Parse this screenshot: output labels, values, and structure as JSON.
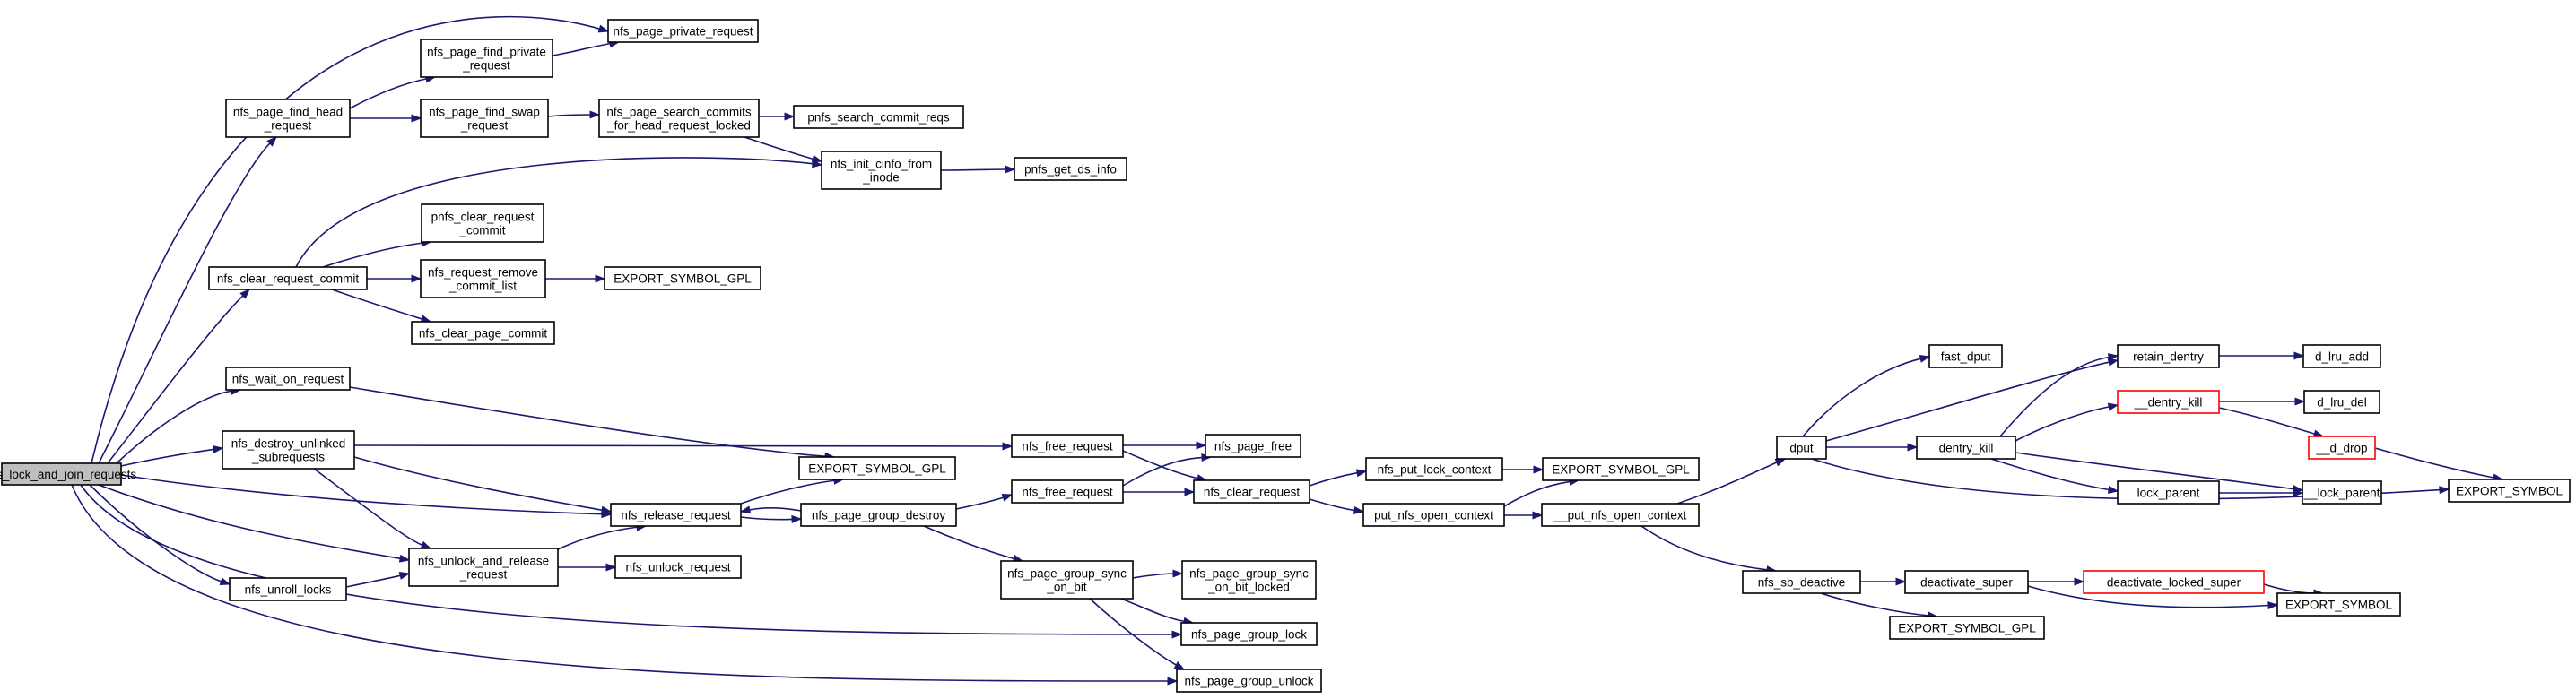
{
  "diagram": {
    "nodes": [
      {
        "id": "n0",
        "label": [
          "nfs_lock_and_join_requests"
        ],
        "style": "root"
      },
      {
        "id": "n1",
        "label": [
          "nfs_page_private_request"
        ]
      },
      {
        "id": "n2",
        "label": [
          "nfs_page_find_head",
          "_request"
        ]
      },
      {
        "id": "n3",
        "label": [
          "nfs_page_find_private",
          "_request"
        ]
      },
      {
        "id": "n4",
        "label": [
          "nfs_page_find_swap",
          "_request"
        ]
      },
      {
        "id": "n5",
        "label": [
          "nfs_page_search_commits",
          "_for_head_request_locked"
        ]
      },
      {
        "id": "n6",
        "label": [
          "pnfs_search_commit_reqs"
        ]
      },
      {
        "id": "n7",
        "label": [
          "nfs_init_cinfo_from",
          "_inode"
        ]
      },
      {
        "id": "n8",
        "label": [
          "pnfs_get_ds_info"
        ]
      },
      {
        "id": "n9",
        "label": [
          "pnfs_clear_request",
          "_commit"
        ]
      },
      {
        "id": "n10",
        "label": [
          "nfs_clear_request_commit"
        ]
      },
      {
        "id": "n11",
        "label": [
          "nfs_request_remove",
          "_commit_list"
        ]
      },
      {
        "id": "n12",
        "label": [
          "EXPORT_SYMBOL_GPL"
        ]
      },
      {
        "id": "n13",
        "label": [
          "nfs_clear_page_commit"
        ]
      },
      {
        "id": "n14",
        "label": [
          "nfs_wait_on_request"
        ]
      },
      {
        "id": "n15",
        "label": [
          "nfs_destroy_unlinked",
          "_subrequests"
        ]
      },
      {
        "id": "n16",
        "label": [
          "EXPORT_SYMBOL_GPL"
        ]
      },
      {
        "id": "n17",
        "label": [
          "nfs_free_request"
        ]
      },
      {
        "id": "n18",
        "label": [
          "nfs_page_free"
        ]
      },
      {
        "id": "n19",
        "label": [
          "nfs_release_request"
        ]
      },
      {
        "id": "n20",
        "label": [
          "nfs_page_group_destroy"
        ]
      },
      {
        "id": "n21",
        "label": [
          "nfs_free_request"
        ]
      },
      {
        "id": "n22",
        "label": [
          "nfs_clear_request"
        ]
      },
      {
        "id": "n23",
        "label": [
          "nfs_put_lock_context"
        ]
      },
      {
        "id": "n24",
        "label": [
          "EXPORT_SYMBOL_GPL"
        ]
      },
      {
        "id": "n25",
        "label": [
          "put_nfs_open_context"
        ]
      },
      {
        "id": "n26",
        "label": [
          "__put_nfs_open_context"
        ]
      },
      {
        "id": "n27",
        "label": [
          "nfs_unlock_and_release",
          "_request"
        ]
      },
      {
        "id": "n28",
        "label": [
          "nfs_unlock_request"
        ]
      },
      {
        "id": "n29",
        "label": [
          "nfs_unroll_locks"
        ]
      },
      {
        "id": "n30",
        "label": [
          "nfs_page_group_sync",
          "_on_bit"
        ]
      },
      {
        "id": "n31",
        "label": [
          "nfs_page_group_sync",
          "_on_bit_locked"
        ]
      },
      {
        "id": "n32",
        "label": [
          "nfs_page_group_lock"
        ]
      },
      {
        "id": "n33",
        "label": [
          "nfs_page_group_unlock"
        ]
      },
      {
        "id": "n34",
        "label": [
          "dput"
        ]
      },
      {
        "id": "n35",
        "label": [
          "fast_dput"
        ]
      },
      {
        "id": "n36",
        "label": [
          "dentry_kill"
        ]
      },
      {
        "id": "n37",
        "label": [
          "retain_dentry"
        ]
      },
      {
        "id": "n38",
        "label": [
          "d_lru_add"
        ]
      },
      {
        "id": "n39",
        "label": [
          "__dentry_kill"
        ],
        "style": "red"
      },
      {
        "id": "n40",
        "label": [
          "d_lru_del"
        ]
      },
      {
        "id": "n41",
        "label": [
          "__d_drop"
        ],
        "style": "red"
      },
      {
        "id": "n42",
        "label": [
          "EXPORT_SYMBOL"
        ]
      },
      {
        "id": "n43",
        "label": [
          "lock_parent"
        ]
      },
      {
        "id": "n44",
        "label": [
          "__lock_parent"
        ]
      },
      {
        "id": "n45",
        "label": [
          "nfs_sb_deactive"
        ]
      },
      {
        "id": "n46",
        "label": [
          "deactivate_super"
        ]
      },
      {
        "id": "n47",
        "label": [
          "deactivate_locked_super"
        ],
        "style": "red"
      },
      {
        "id": "n48",
        "label": [
          "EXPORT_SYMBOL"
        ]
      },
      {
        "id": "n49",
        "label": [
          "EXPORT_SYMBOL_GPL"
        ]
      }
    ],
    "edges": [
      [
        "n0",
        "n1"
      ],
      [
        "n0",
        "n2"
      ],
      [
        "n0",
        "n10"
      ],
      [
        "n0",
        "n14"
      ],
      [
        "n0",
        "n15"
      ],
      [
        "n0",
        "n19"
      ],
      [
        "n0",
        "n27"
      ],
      [
        "n0",
        "n29"
      ],
      [
        "n0",
        "n32"
      ],
      [
        "n0",
        "n33"
      ],
      [
        "n2",
        "n3"
      ],
      [
        "n2",
        "n4"
      ],
      [
        "n3",
        "n1"
      ],
      [
        "n4",
        "n5"
      ],
      [
        "n5",
        "n6"
      ],
      [
        "n5",
        "n7"
      ],
      [
        "n7",
        "n8"
      ],
      [
        "n10",
        "n7"
      ],
      [
        "n10",
        "n9"
      ],
      [
        "n10",
        "n11"
      ],
      [
        "n10",
        "n13"
      ],
      [
        "n11",
        "n12"
      ],
      [
        "n14",
        "n16"
      ],
      [
        "n15",
        "n17"
      ],
      [
        "n15",
        "n19"
      ],
      [
        "n15",
        "n27"
      ],
      [
        "n17",
        "n18"
      ],
      [
        "n17",
        "n22"
      ],
      [
        "n19",
        "n16"
      ],
      [
        "n19",
        "n20"
      ],
      [
        "n20",
        "n19"
      ],
      [
        "n20",
        "n21"
      ],
      [
        "n20",
        "n30"
      ],
      [
        "n21",
        "n18"
      ],
      [
        "n21",
        "n22"
      ],
      [
        "n22",
        "n23"
      ],
      [
        "n22",
        "n25"
      ],
      [
        "n23",
        "n24"
      ],
      [
        "n25",
        "n24"
      ],
      [
        "n25",
        "n26"
      ],
      [
        "n26",
        "n34"
      ],
      [
        "n26",
        "n45"
      ],
      [
        "n27",
        "n19"
      ],
      [
        "n27",
        "n28"
      ],
      [
        "n29",
        "n27"
      ],
      [
        "n30",
        "n31"
      ],
      [
        "n30",
        "n32"
      ],
      [
        "n30",
        "n33"
      ],
      [
        "n34",
        "n35"
      ],
      [
        "n34",
        "n36"
      ],
      [
        "n34",
        "n37"
      ],
      [
        "n34",
        "n42"
      ],
      [
        "n36",
        "n37"
      ],
      [
        "n36",
        "n39"
      ],
      [
        "n36",
        "n43"
      ],
      [
        "n36",
        "n44"
      ],
      [
        "n37",
        "n38"
      ],
      [
        "n39",
        "n40"
      ],
      [
        "n39",
        "n41"
      ],
      [
        "n41",
        "n42"
      ],
      [
        "n43",
        "n44"
      ],
      [
        "n45",
        "n46"
      ],
      [
        "n45",
        "n49"
      ],
      [
        "n46",
        "n47"
      ],
      [
        "n46",
        "n48"
      ],
      [
        "n47",
        "n48"
      ]
    ]
  }
}
